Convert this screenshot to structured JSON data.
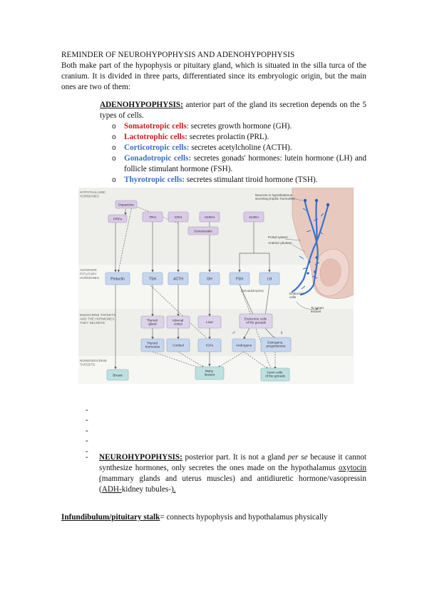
{
  "heading": "REMINDER OF NEUROHYPOPHYSIS AND ADENOHYPOPHYSIS",
  "intro": "Both make part of the hypophysis or pituitary gland, which is situated in the silla turca of the cranium. It is divided in three parts, differentiated since its embryologic origin, but the main ones are two of them:",
  "adeno": {
    "term": "ADENOHYPOPHYSIS:",
    "text": " anterior part of the gland its secretion depends on the 5 types of cells.",
    "marker": "o",
    "cells": [
      {
        "name": "Somatotropic cells",
        "text": ": secretes growth hormone (GH).",
        "color": "#c81e1e"
      },
      {
        "name": "Lactotrophic cells:",
        "text": " secretes prolactin (PRL).",
        "color": "#c81e1e"
      },
      {
        "name": "Corticotropic cells:",
        "text": " secretes acetylcholine (ACTH).",
        "color": "#3a6fc0"
      },
      {
        "name": "Gonadotropic cells:",
        "text": " secretes gonads' hormones: lutein hormone (LH) and follicle stimulant hormone (FSH).",
        "color": "#3a6fc0"
      },
      {
        "name": "Thyrotropic cells:",
        "text": " secretes stimulant tiroid hormone (TSH).",
        "color": "#3a6fc0"
      }
    ]
  },
  "figure": {
    "row_labels": {
      "hypothalamic": [
        "HYPOTHALAMIC",
        "HORMONES"
      ],
      "anterior": [
        "ANTERIOR",
        "PITUITARY",
        "HORMONES"
      ],
      "endocrine": [
        "ENDOCRINE TARGETS",
        "AND THE HORMONES",
        "THEY SECRETE"
      ],
      "nonendocrine": [
        "NONENDOCRINE",
        "TARGETS"
      ]
    },
    "boxes": {
      "dopamine": "Dopamine",
      "prf": "PRFs",
      "trh": "TRH",
      "crh": "CRH",
      "ghrh": "GHRH",
      "gnrh": "GnRH",
      "somatostatin": "Somatostatin",
      "prolactin": "Prolactin",
      "tsh": "TSH",
      "acth": "ACTH",
      "gh": "GH",
      "fsh": "FSH",
      "lh": "LH",
      "thyroid": [
        "Thyroid",
        "gland"
      ],
      "adrenal": [
        "Adrenal",
        "cortex"
      ],
      "liver": "Liver",
      "endocrine_cells": [
        "Endocrine cells",
        "of the gonads"
      ],
      "thyroid_hormones": [
        "Thyroid",
        "hormones"
      ],
      "cortisol": "Cortisol",
      "igfs": "IGFs",
      "androgens": "Androgens",
      "estrogens": [
        "Estrogens,",
        "progesterone"
      ],
      "breast": "Breast",
      "many_tissues": [
        "Many",
        "tissues"
      ],
      "germ_cells": [
        "Germ cells",
        "of the gonads"
      ]
    },
    "annotations": {
      "neurons": [
        "Neurons in hypothalamus",
        "secreting trophic hormones"
      ],
      "portal": "Portal system",
      "anterior_pituitary": "Anterior pituitary",
      "endocrine_cells": [
        "Endocrine",
        "cells"
      ],
      "gonadotropins": "(Gonadotropins)",
      "to_target": [
        "To target",
        "tissues"
      ],
      "male": "♂",
      "female": "♀"
    },
    "colors": {
      "purple_box": "#d9cbe6",
      "blue_box": "#c6d6ee",
      "teal_box": "#bde0e0",
      "vessel": "#3c72c8",
      "band": "#e8e8e4"
    }
  },
  "dash_marker": "-",
  "neuro": {
    "term": "NEUROHYPOPHYSIS:",
    "text1": " posterior part. It is not a gland ",
    "per_se": "per se",
    "text2": " because it cannot synthesize hormones, only secretes the ones made on the hypothalamus ",
    "oxytocin": "oxytocin (",
    "text3": "mammary glands and uterus muscles) and antidiuretic hormone/vasopressin (",
    "adh": "ADH-",
    "text4": "kidney tubules-",
    "text5": ")."
  },
  "infund": {
    "term": "Infundibulum/pituitary stalk",
    "text": "= connects hypophysis and hypothalamus physically"
  }
}
